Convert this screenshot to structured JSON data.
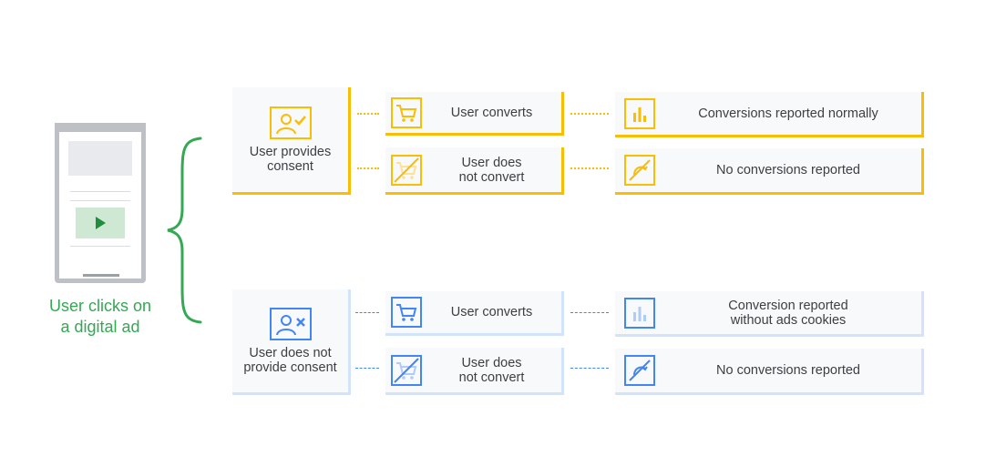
{
  "phone": {
    "label_line1": "User clicks on",
    "label_line2": "a digital ad"
  },
  "consent": {
    "line1": "User provides",
    "line2": "consent",
    "outcomes": [
      {
        "action_line1": "User converts",
        "action_line2": "",
        "result_line1": "Conversions reported normally",
        "result_line2": ""
      },
      {
        "action_line1": "User does",
        "action_line2": "not convert",
        "result_line1": "No conversions reported",
        "result_line2": ""
      }
    ]
  },
  "no_consent": {
    "line1": "User does not",
    "line2": "provide consent",
    "outcomes": [
      {
        "action_line1": "User converts",
        "action_line2": "",
        "result_line1": "Conversion reported",
        "result_line2": "without ads cookies"
      },
      {
        "action_line1": "User does",
        "action_line2": "not convert",
        "result_line1": "No conversions reported",
        "result_line2": ""
      }
    ]
  },
  "colors": {
    "consent": "#fbbc04",
    "no_consent": "#4285f4",
    "no_consent_light": "#d2e3fc",
    "brace": "#34a853",
    "text": "#3c4043"
  },
  "icons": {
    "consent": "user-check-icon",
    "no_consent": "user-x-icon",
    "converts": "shopping-cart-icon",
    "not_converts": "shopping-cart-crossed-icon",
    "reported": "bar-chart-icon",
    "not_reported": "chart-crossed-icon"
  }
}
